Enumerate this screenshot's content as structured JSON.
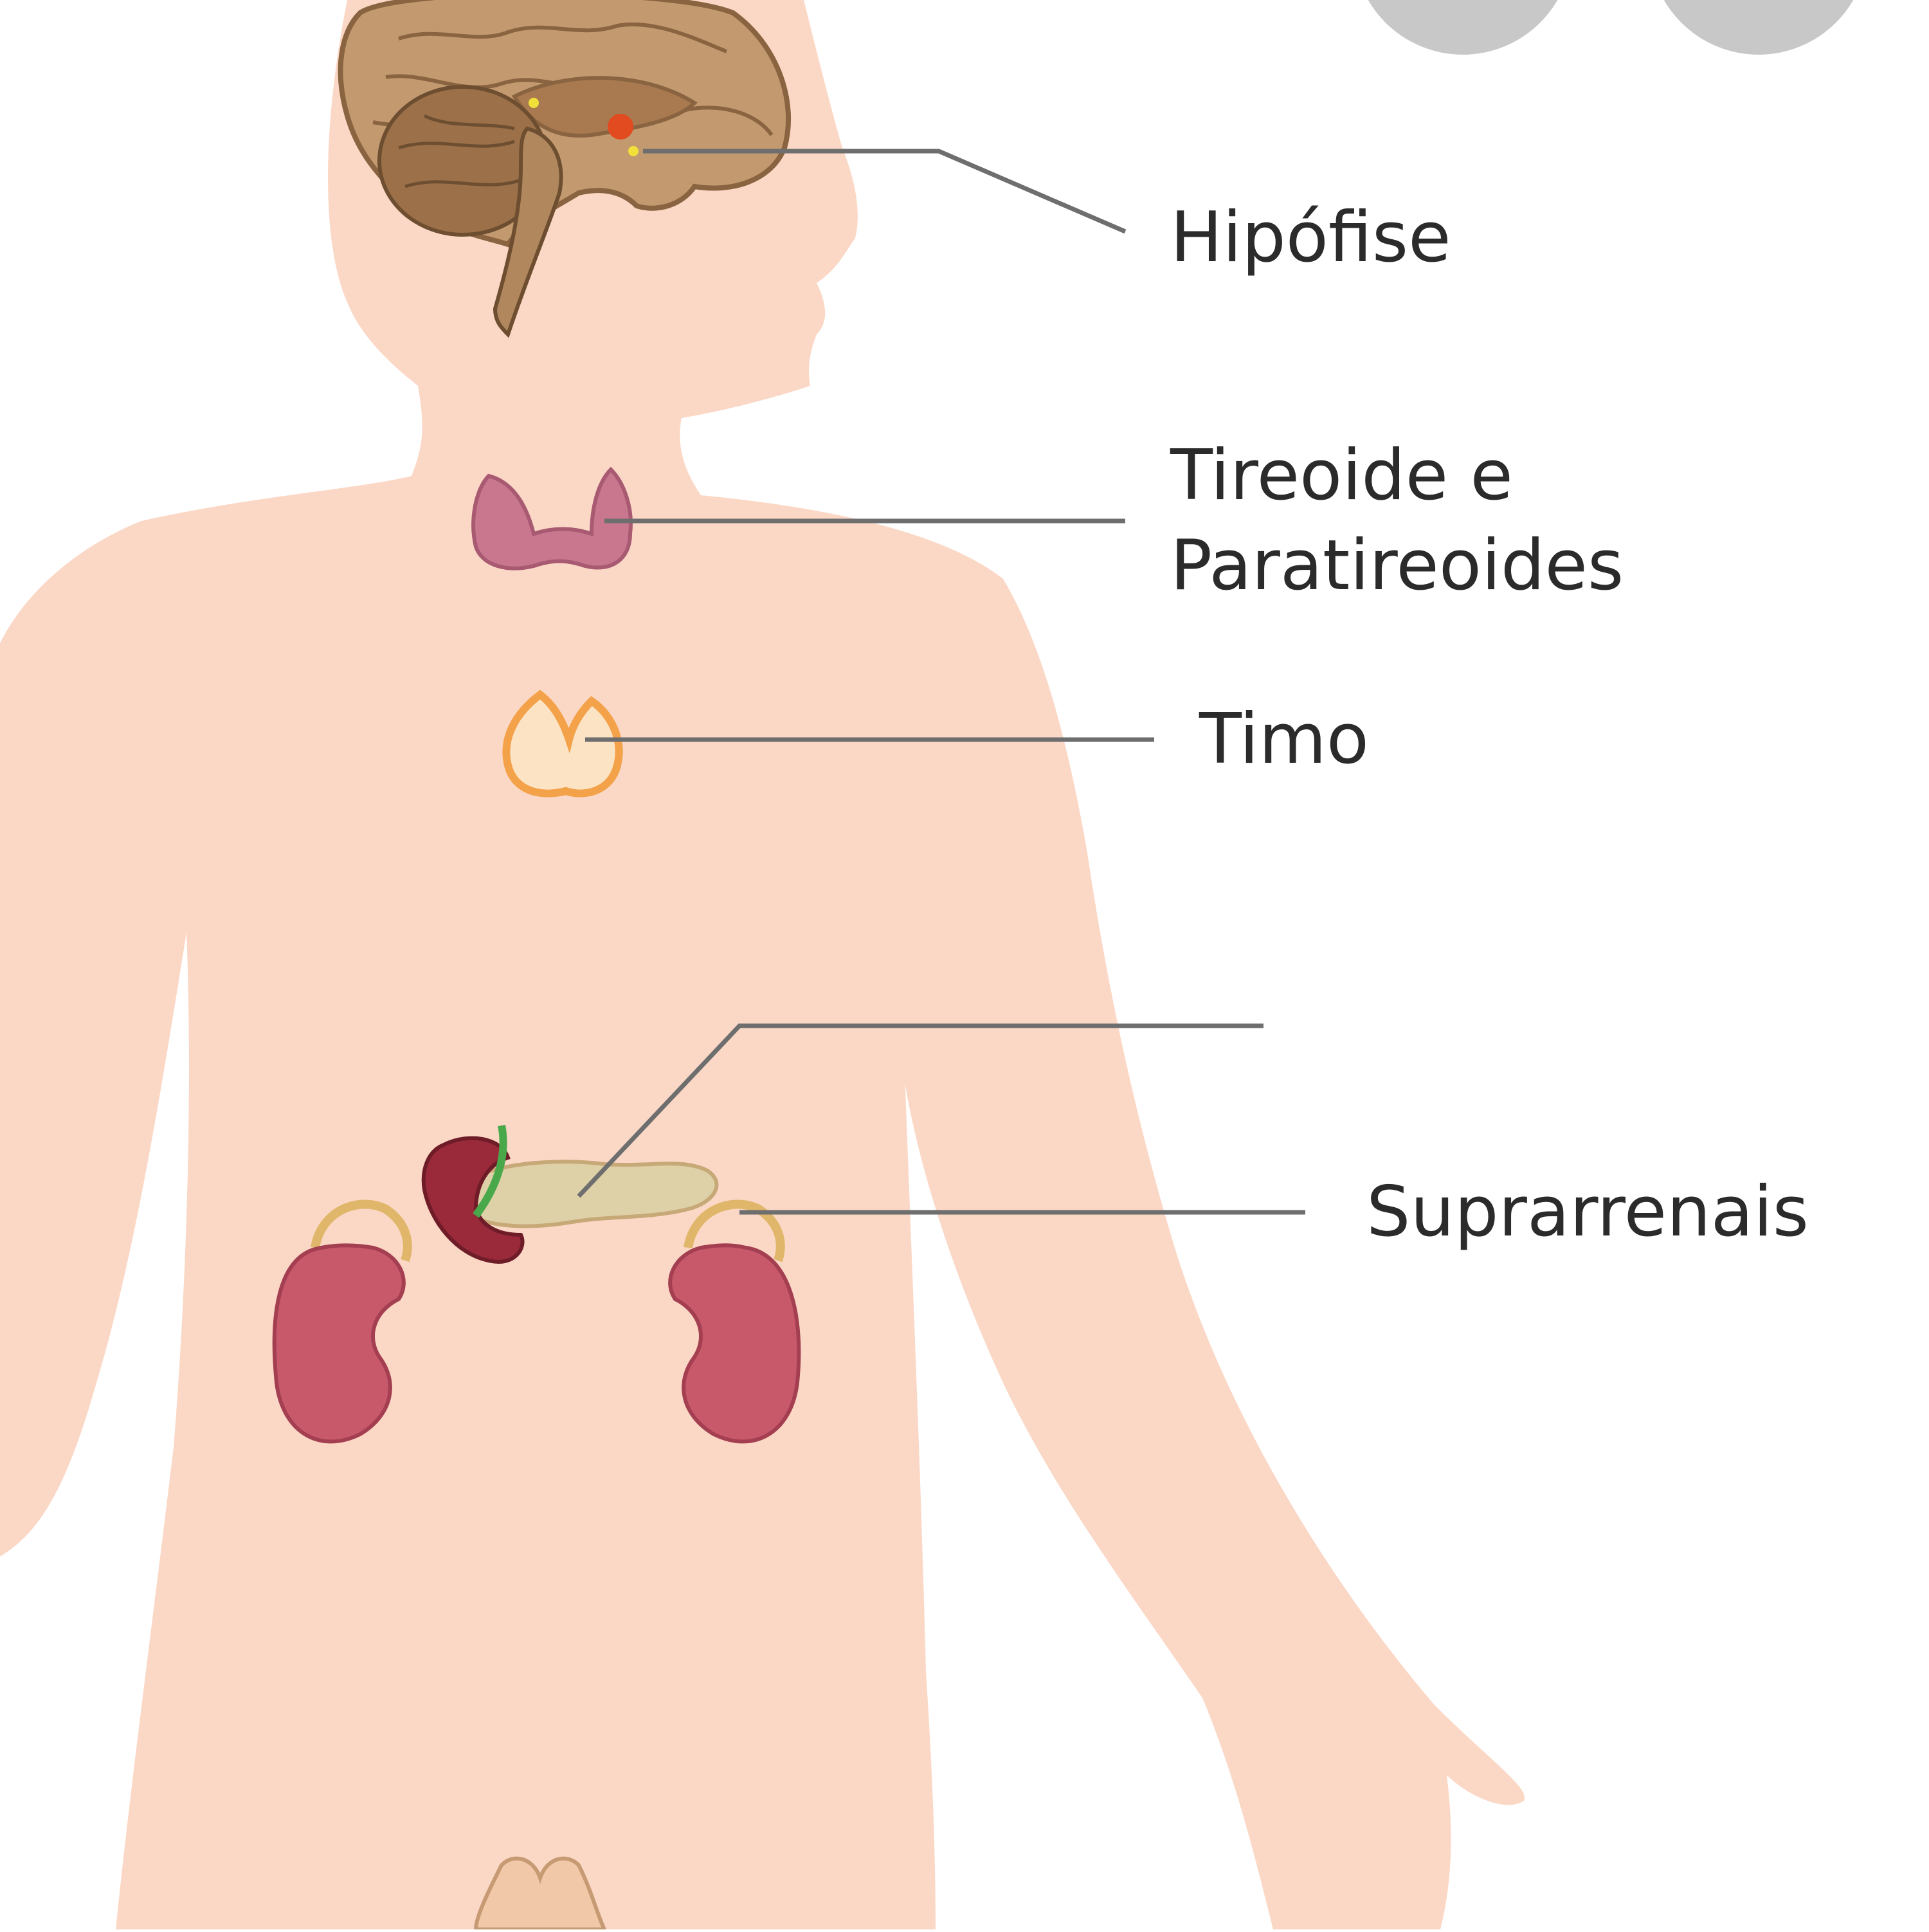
{
  "labels": {
    "hipofise": "Hipófise",
    "tireoide_line1": "Tireoide e",
    "tireoide_line2": "Paratireoides",
    "timo": "Timo",
    "pancreas": "",
    "suprarrenais": "Suprarrenais"
  },
  "colors": {
    "skin": "#fbd8c6",
    "brain": "#b98a5c",
    "thyroid": "#c9768f",
    "thymus": "#f3a24a",
    "kidney": "#c8596b",
    "adrenal": "#e0b76a",
    "pancreas": "#d9b98c",
    "leader_line": "#6e6e6e",
    "corner_buttons": "#c8c8c8"
  },
  "icons": [
    "more-button-icon",
    "more-button-icon"
  ]
}
